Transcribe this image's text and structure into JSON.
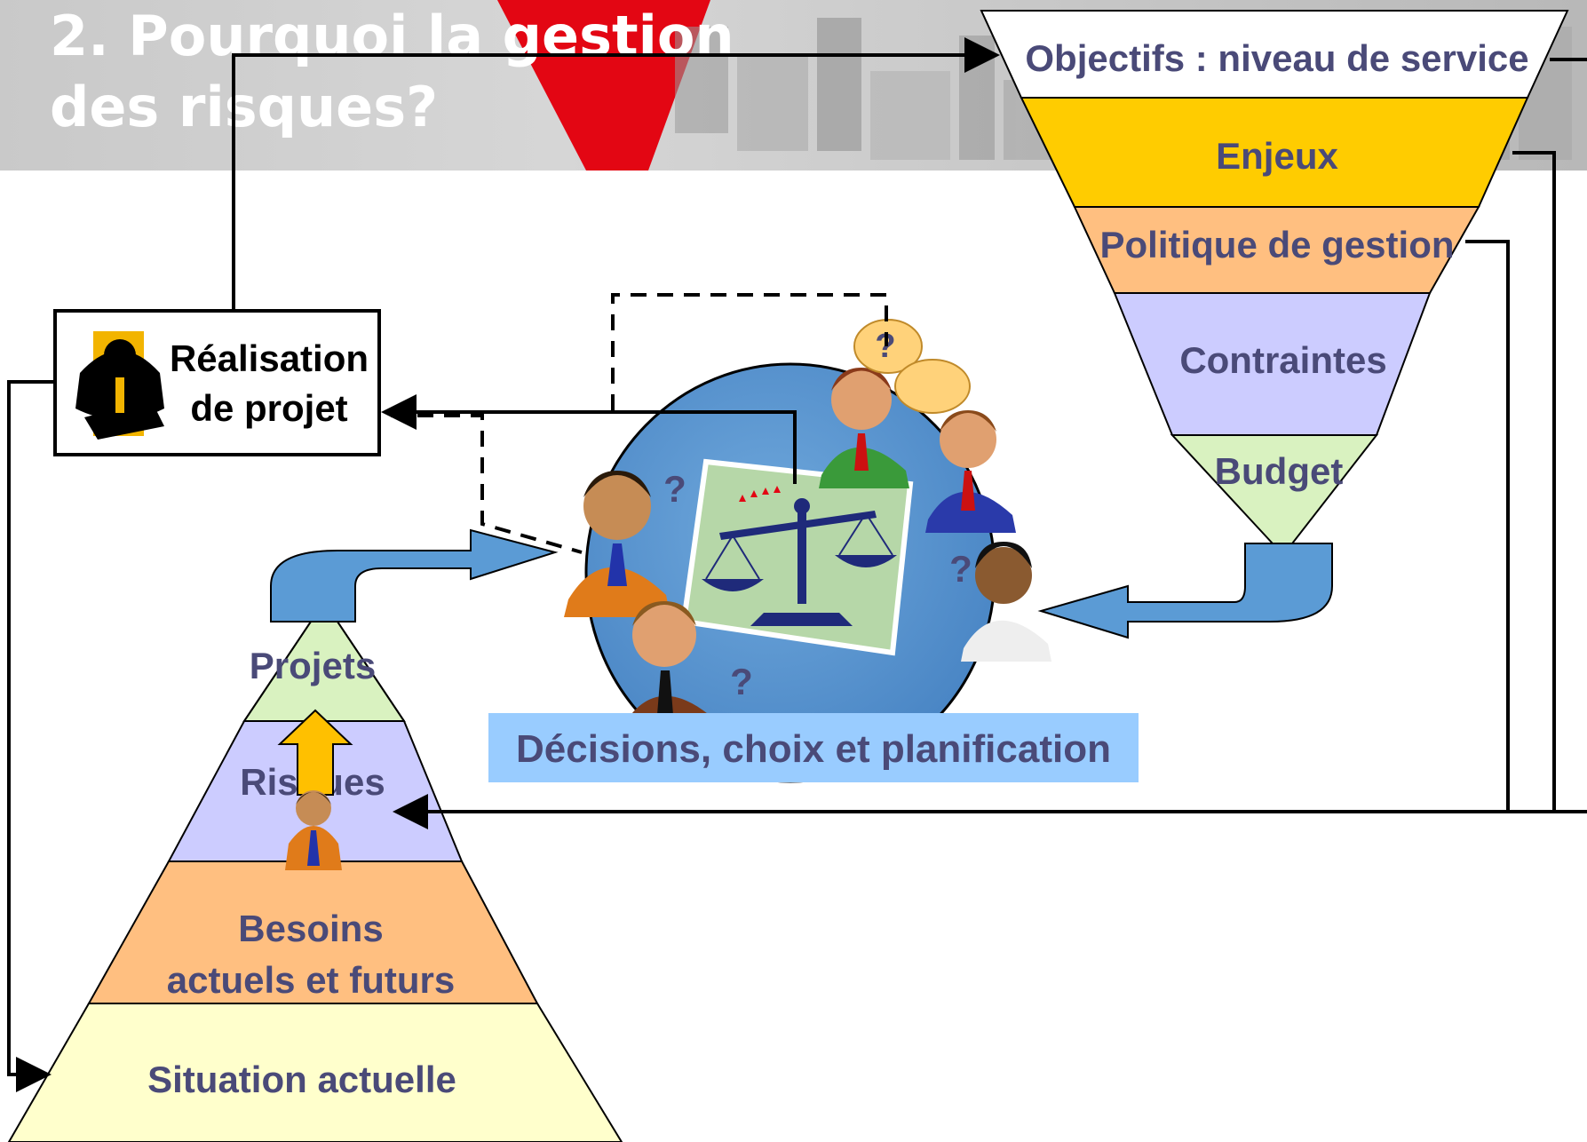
{
  "header": {
    "title_line1": "2. Pourquoi la gestion",
    "title_line2": "des risques?"
  },
  "project_box": {
    "label_line1": "Réalisation",
    "label_line2": "de projet",
    "icon": "construction-worker-icon"
  },
  "funnel": {
    "levels": [
      {
        "label": "Objectifs : niveau de service",
        "color": "#ffffff"
      },
      {
        "label": "Enjeux",
        "color": "#ffcc00"
      },
      {
        "label": "Politique de gestion",
        "color": "#ffbf80"
      },
      {
        "label": "Contraintes",
        "color": "#ccccff"
      },
      {
        "label": "Budget",
        "color": "#d9f2c0"
      }
    ]
  },
  "pyramid": {
    "levels": [
      {
        "label": "Projets",
        "color": "#d9f2c0"
      },
      {
        "label": "Risques",
        "color": "#ccccff"
      },
      {
        "label": "Besoins actuels et futurs",
        "line1": "Besoins",
        "line2": "actuels et futurs",
        "color": "#ffbf80"
      },
      {
        "label": "Situation actuelle",
        "color": "#ffffcc"
      }
    ]
  },
  "decision": {
    "caption": "Décisions, choix et planification",
    "question_mark": "?",
    "icons": [
      "balance-scale-icon",
      "person-icon",
      "speech-bubble-icon"
    ]
  },
  "colors": {
    "accent_red": "#e30613",
    "circle_blue": "#5b9bd5",
    "arrow_blue": "#5b9bd5",
    "text_dark": "#4a4a78",
    "caption_bg": "#99ccff",
    "yellow_arrow": "#ffc000"
  }
}
